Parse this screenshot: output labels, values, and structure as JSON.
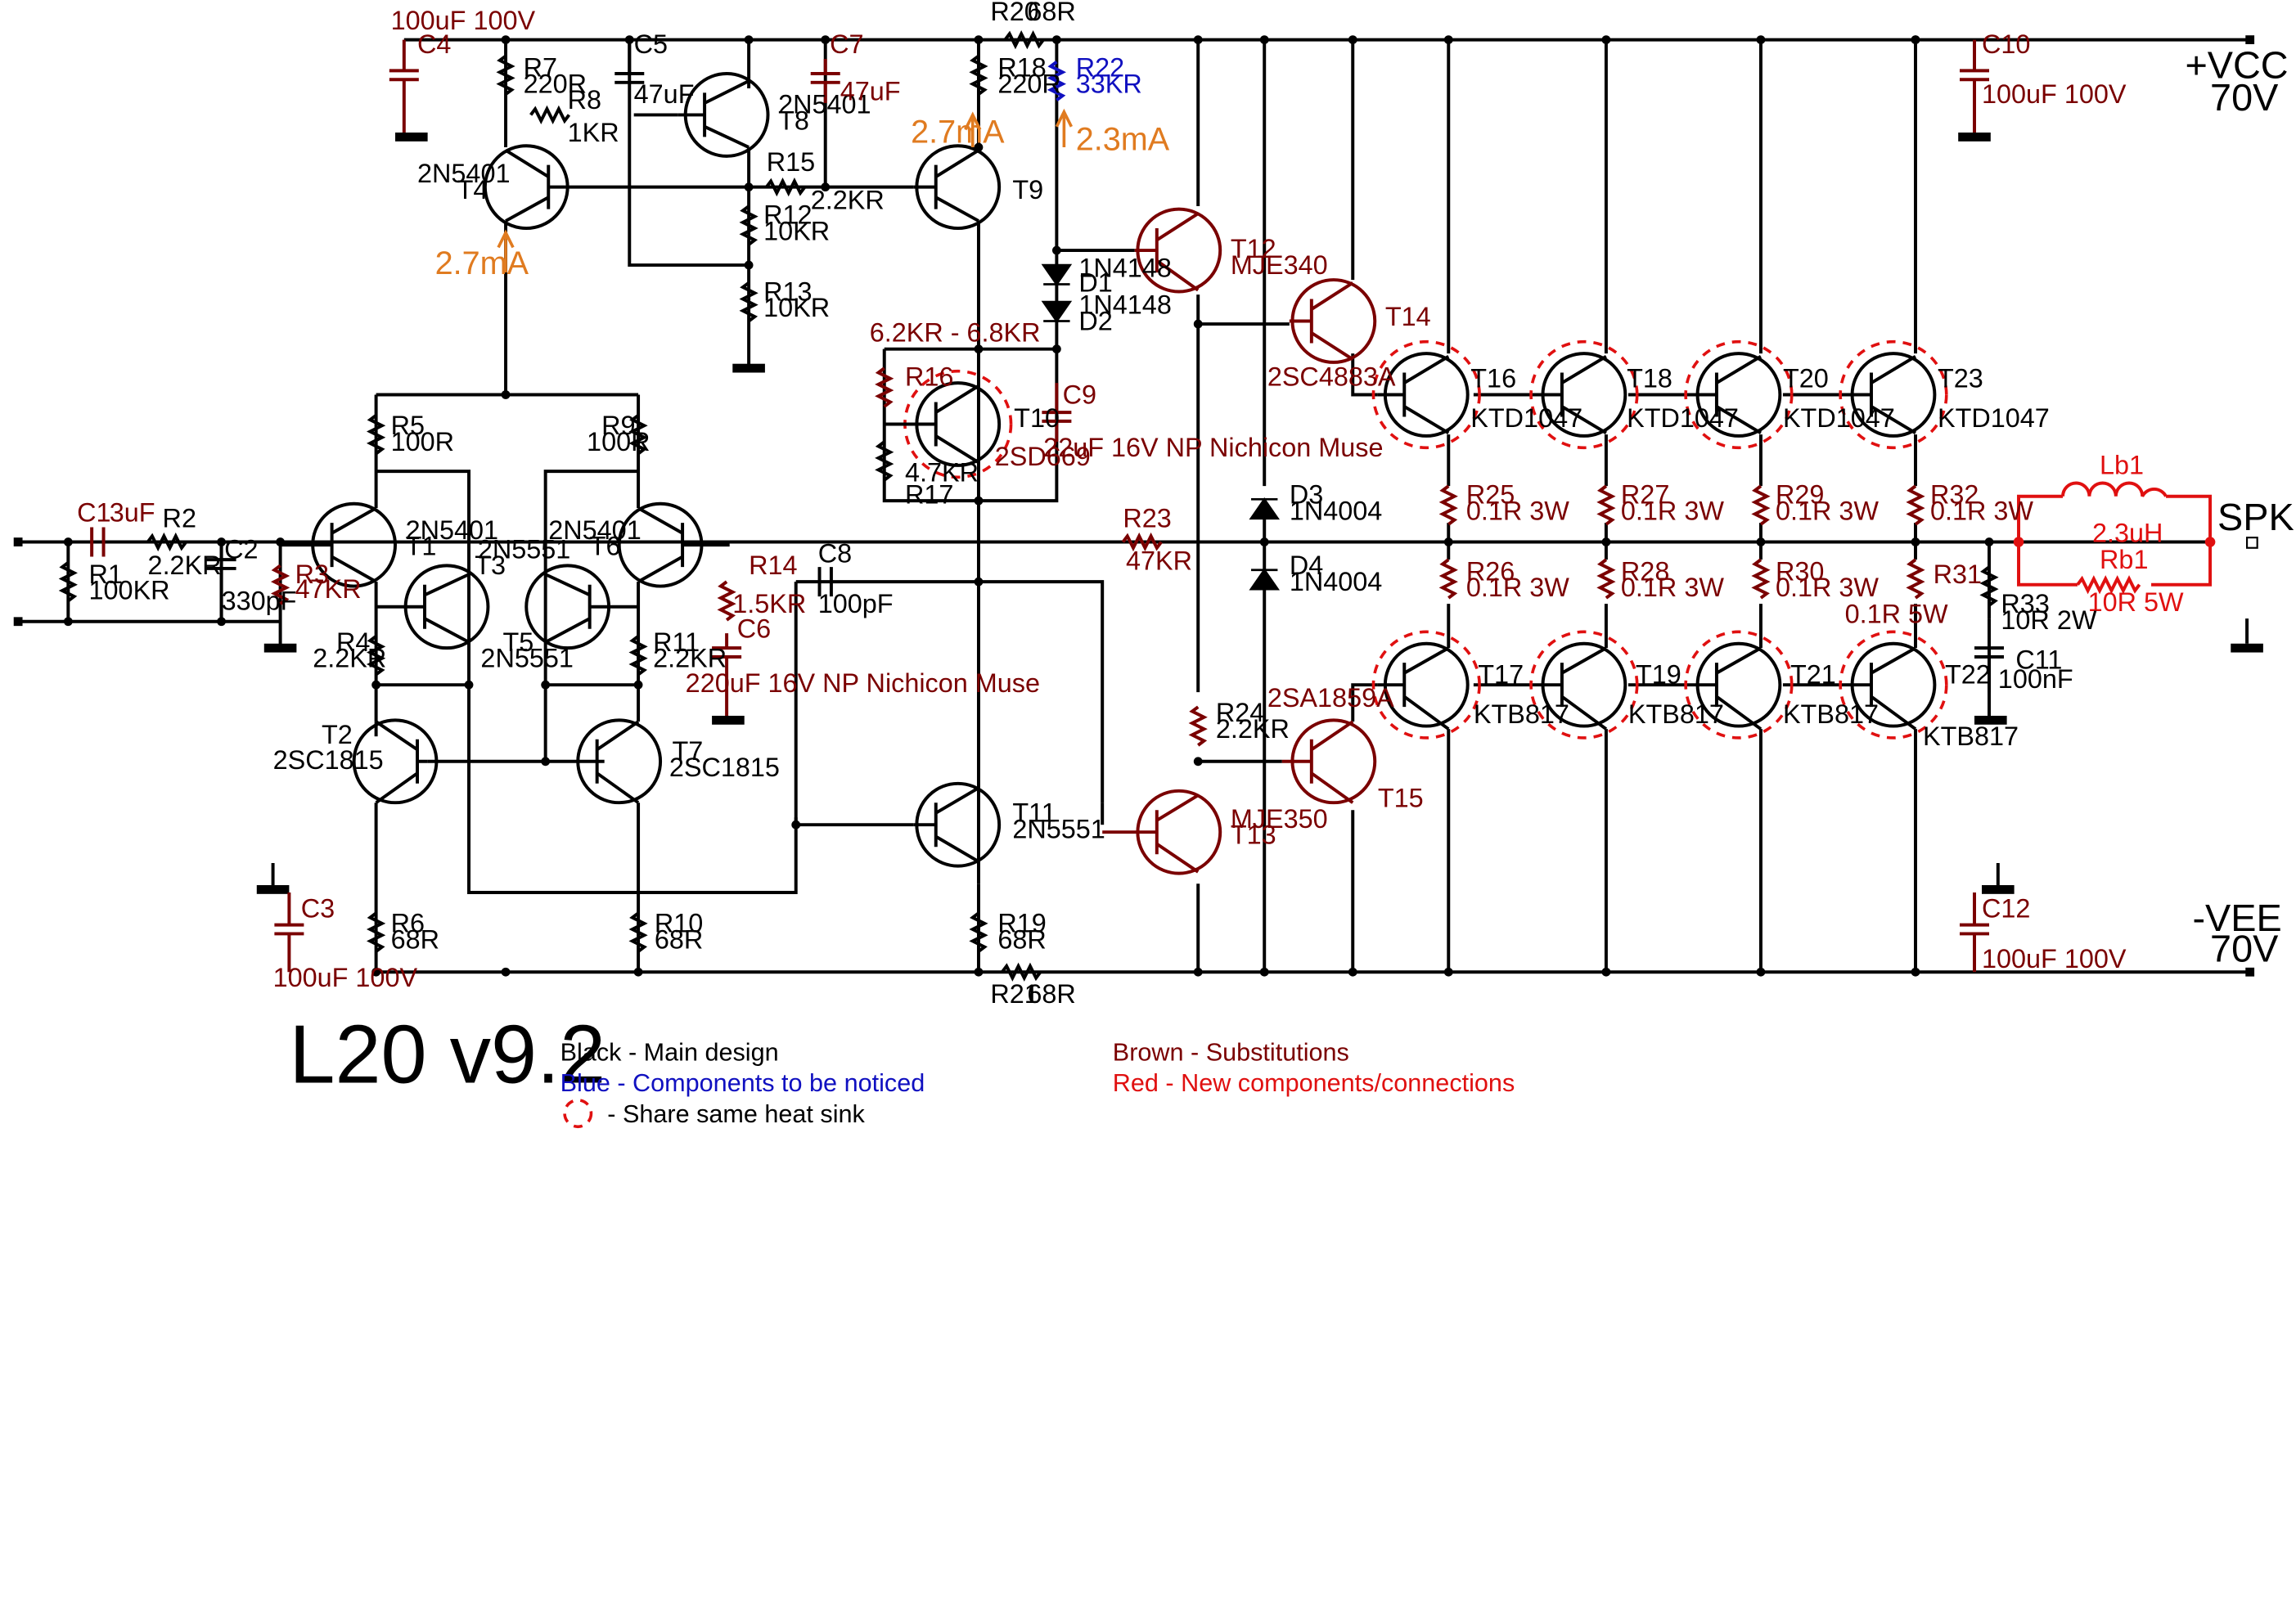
{
  "title": "L20 v9.2",
  "legend": {
    "black": "Black - Main design",
    "blue": "Blue - Components to be noticed",
    "heatsink": "- Share same heat sink",
    "brown": "Brown - Substitutions",
    "red": "Red - New components/connections"
  },
  "colors": {
    "main": "#000000",
    "substitution": "#7a0000",
    "notice": "#1010c0",
    "new": "#e01010",
    "current": "#e07b20"
  },
  "rails": {
    "vcc": "+VCC",
    "vcc_v": "70V",
    "vee": "-VEE",
    "vee_v": "70V",
    "spkr": "SPKR"
  },
  "currents": {
    "t4": "2.7mA",
    "t9": "2.7mA",
    "r22": "2.3mA"
  },
  "labels": {
    "C4": "C4",
    "C4v": "100uF 100V",
    "R7": "R7",
    "R7v": "220R",
    "R8": "R8",
    "R8v": "1KR",
    "C5": "C5",
    "C5v": "47uF",
    "T8p": "2N5401",
    "T8": "T8",
    "C7": "C7",
    "C7v": "47uF",
    "R20": "R20",
    "R20v": "68R",
    "R18": "R18",
    "R18v": "220R",
    "R22": "R22",
    "R22v": "33KR",
    "C10": "C10",
    "C10v": "100uF 100V",
    "T4p": "2N5401",
    "T4": "T4",
    "R15": "R15",
    "R15v": "2.2KR",
    "T9": "T9",
    "R12": "R12",
    "R12v": "10KR",
    "R13": "R13",
    "R13v": "10KR",
    "T12": "T12",
    "T12p": "MJE340",
    "D1p": "1N4148",
    "D1": "D1",
    "D2p": "1N4148",
    "D2": "D2",
    "T14": "T14",
    "T14p": "2SC4883A",
    "R16r": "6.2KR - 6.8KR",
    "R16": "R16",
    "T10": "T10",
    "T10p": "2SD669",
    "R17v": "4.7KR",
    "R17": "R17",
    "C9": "C9",
    "C9v": "22uF 16V NP Nichicon Muse",
    "T16": "T16",
    "T16p": "KTD1047",
    "T18": "T18",
    "T18p": "KTD1047",
    "T20": "T20",
    "T20p": "KTD1047",
    "T23": "T23",
    "T23p": "KTD1047",
    "R5": "R5",
    "R5v": "100R",
    "R9": "R9",
    "R9v": "100R",
    "C1": "C1",
    "C1v": "3uF",
    "R2": "R2",
    "R2v": "2.2KR",
    "R1": "R1",
    "R1v": "100KR",
    "C2": "C2",
    "C2v": "330pF",
    "R3": "R3",
    "R3v": "47KR",
    "T1p": "2N5401",
    "T1": "T1",
    "T3p": "2N5551",
    "T3": "T3",
    "T6p": "2N5401",
    "T6": "T6",
    "T5": "T5",
    "T5p": "2N5551",
    "R14": "R14",
    "R14v": "1.5KR",
    "C8": "C8",
    "C8v": "100pF",
    "C6": "C6",
    "C6v": "220uF 16V NP Nichicon Muse",
    "R23": "R23",
    "R23v": "47KR",
    "D3": "D3",
    "D3p": "1N4004",
    "D4": "D4",
    "D4p": "1N4004",
    "R25": "R25",
    "R25v": "0.1R 3W",
    "R27": "R27",
    "R27v": "0.1R 3W",
    "R29": "R29",
    "R29v": "0.1R 3W",
    "R32": "R32",
    "R32v": "0.1R 3W",
    "R26": "R26",
    "R26v": "0.1R 3W",
    "R28": "R28",
    "R28v": "0.1R 3W",
    "R30": "R30",
    "R30v": "0.1R 3W",
    "R31": "R31",
    "R31v": "0.1R 5W",
    "Lb1": "Lb1",
    "Lb1v": "2.3uH",
    "Rb1": "Rb1",
    "Rb1v": "10R 5W",
    "R33": "R33",
    "R33v": "10R 2W",
    "C11": "C11",
    "C11v": "100nF",
    "R4": "R4",
    "R4v": "2.2KR",
    "R11": "R11",
    "R11v": "2.2KR",
    "T2": "T2",
    "T2p": "2SC1815",
    "T7": "T7",
    "T7p": "2SC1815",
    "R24": "R24",
    "R24v": "2.2KR",
    "T15p": "2SA1859A",
    "T15": "T15",
    "T17": "T17",
    "T17p": "KTB817",
    "T19": "T19",
    "T19p": "KTB817",
    "T21": "T21",
    "T21p": "KTB817",
    "T22": "T22",
    "T22p": "KTB817",
    "T11": "T11",
    "T11p": "2N5551",
    "T13p": "MJE350",
    "T13": "T13",
    "C3": "C3",
    "C3v": "100uF 100V",
    "C12": "C12",
    "C12v": "100uF 100V",
    "R6": "R6",
    "R6v": "68R",
    "R10": "R10",
    "R10v": "68R",
    "R19": "R19",
    "R19v": "68R",
    "R21": "R21",
    "R21v": "68R"
  }
}
